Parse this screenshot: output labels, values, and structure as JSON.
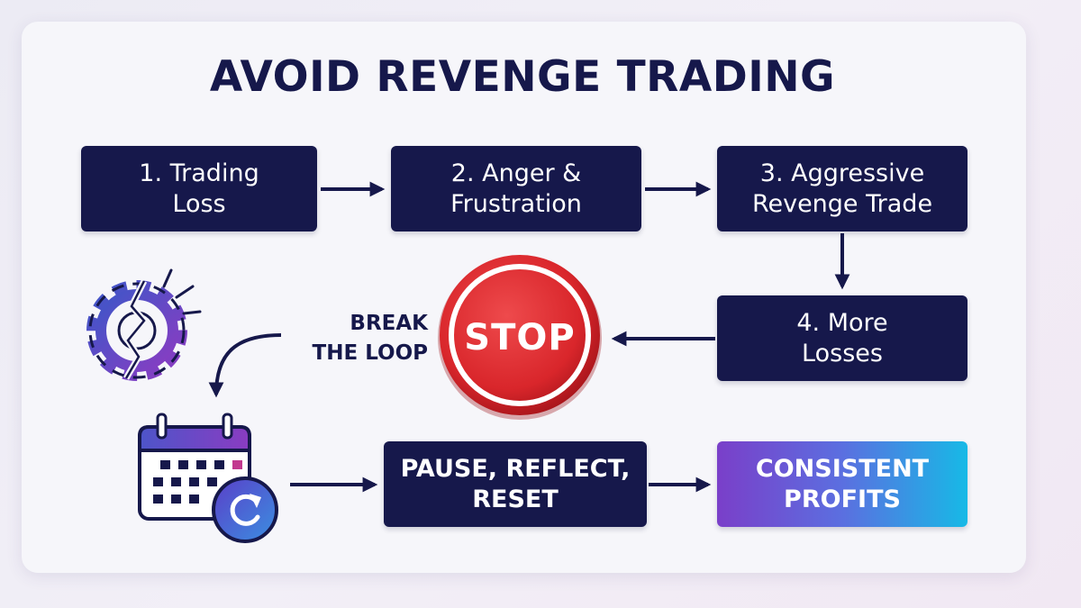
{
  "title": "AVOID REVENGE TRADING",
  "steps": [
    {
      "label": "1. Trading\nLoss"
    },
    {
      "label": "2. Anger &\nFrustration"
    },
    {
      "label": "3. Aggressive\nRevenge Trade"
    },
    {
      "label": "4. More\nLosses"
    }
  ],
  "stop_sign": {
    "label": "STOP",
    "color": "#d9262b"
  },
  "break_label": "BREAK\nTHE LOOP",
  "pause_box": {
    "label": "PAUSE, REFLECT,\nRESET"
  },
  "outcome_box": {
    "label": "CONSISTENT\nPROFITS"
  },
  "icons": {
    "broken_gear": "broken-gear-icon",
    "calendar": "calendar-icon",
    "refresh": "refresh-icon"
  },
  "colors": {
    "navy": "#16184b",
    "stop_red": "#d9262b",
    "gradient_start": "#7a3fc9",
    "gradient_end": "#17b9e6"
  }
}
